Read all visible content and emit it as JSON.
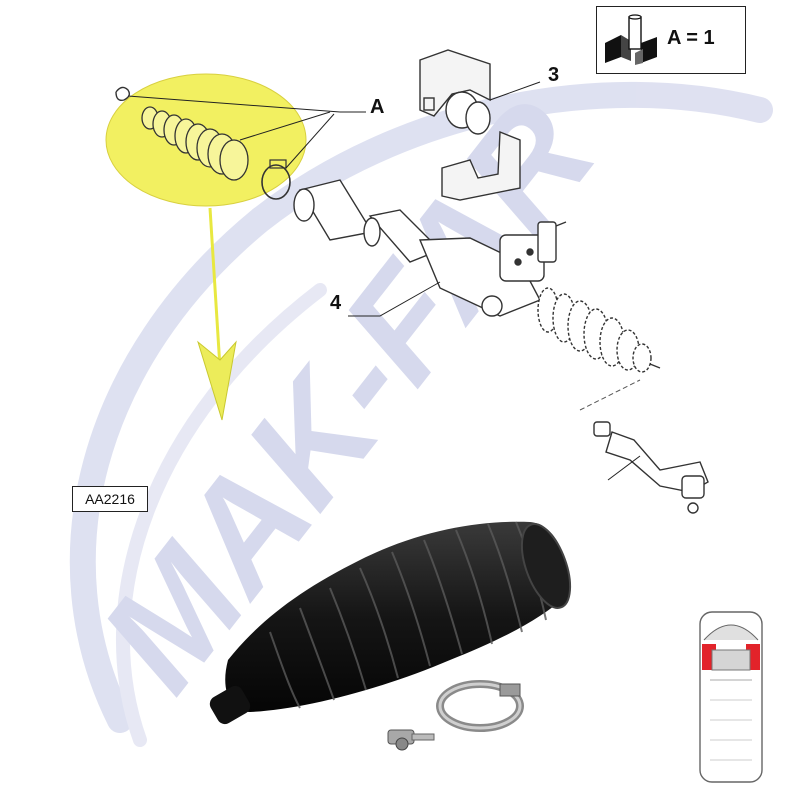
{
  "watermark": {
    "text": "MAK-FAR",
    "color": "#cfd3ea"
  },
  "callouts": {
    "a": "A",
    "three": "3",
    "four": "4"
  },
  "part_code": "AA2216",
  "quantity": {
    "text": "A = 1"
  },
  "highlight_color": "#f2f061",
  "icons": {
    "boot": "rubber-bellows-boot",
    "clamp_large": "band-clamp",
    "clamp_small": "spring-clip",
    "vehicle": "van-top-view-icon",
    "kit": "parts-kit-icon"
  }
}
